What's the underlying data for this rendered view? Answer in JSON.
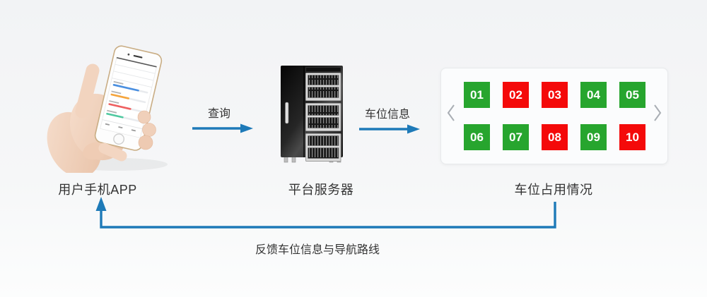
{
  "diagram_title": "",
  "colors": {
    "arrow": "#1e7ab8",
    "free": "#27a52e",
    "occupied": "#f40a0a"
  },
  "nodes": {
    "phone": {
      "label": "用户手机APP"
    },
    "server": {
      "label": "平台服务器"
    },
    "parking": {
      "label": "车位占用情况"
    }
  },
  "arrows": {
    "query": {
      "label": "查询",
      "direction": "right"
    },
    "spot_info": {
      "label": "车位信息",
      "direction": "right"
    },
    "feedback": {
      "label": "反馈车位信息与导航路线",
      "direction": "left-up"
    }
  },
  "parking_panel": {
    "nav": {
      "prev_icon": "‹",
      "next_icon": "›"
    },
    "spots": [
      {
        "id": "01",
        "status": "free"
      },
      {
        "id": "02",
        "status": "occupied"
      },
      {
        "id": "03",
        "status": "occupied"
      },
      {
        "id": "04",
        "status": "free"
      },
      {
        "id": "05",
        "status": "free"
      },
      {
        "id": "06",
        "status": "free"
      },
      {
        "id": "07",
        "status": "free"
      },
      {
        "id": "08",
        "status": "occupied"
      },
      {
        "id": "09",
        "status": "free"
      },
      {
        "id": "10",
        "status": "occupied"
      }
    ],
    "legend": {
      "free_color_meaning": "free",
      "occupied_color_meaning": "occupied"
    }
  }
}
